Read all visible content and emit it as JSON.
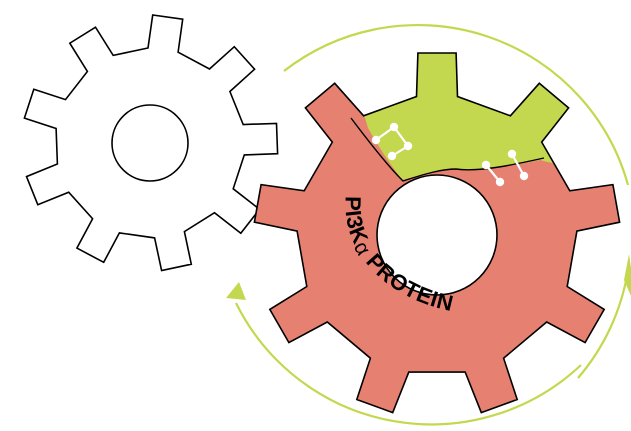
{
  "diagram": {
    "label_parts": [
      "PI3K",
      "α",
      " PROTEIN"
    ],
    "colors": {
      "gear_outline": "#000000",
      "outline_gear_fill": "#ffffff",
      "protein_gear_fill": "#e68172",
      "protein_segment_fill": "#c3d84e",
      "arrow": "#c3d84e",
      "bond_line": "#ffffff",
      "bond_node": "#ffffff"
    },
    "icons": [
      "gear-icon",
      "rotation-arrow-icon",
      "molecular-bond-icon"
    ]
  }
}
